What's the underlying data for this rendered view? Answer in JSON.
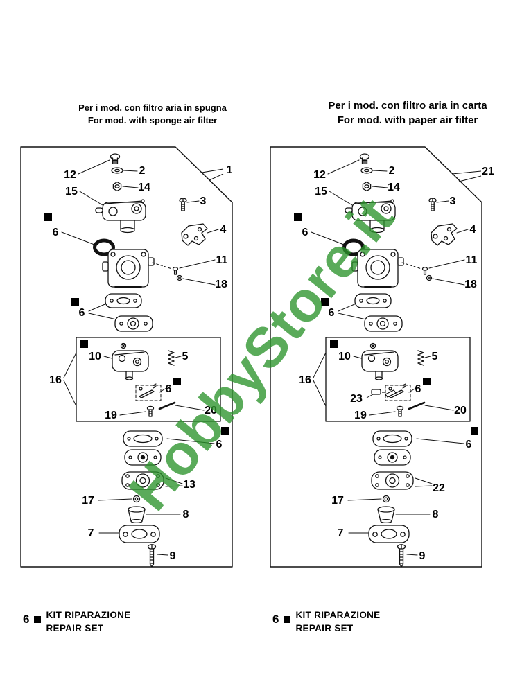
{
  "watermark": "HobbyStore.it",
  "watermark_color": "#2c942c",
  "panels": [
    {
      "title_it": "Per i mod. con filtro aria in spugna",
      "title_en": "For mod. with sponge air filter",
      "callouts": {
        "c12": "12",
        "c2": "2",
        "c15": "15",
        "c14": "14",
        "c3": "3",
        "c1": "1",
        "c6a": "6",
        "c4": "4",
        "c11": "11",
        "c18": "18",
        "c6b": "6",
        "c16": "16",
        "c10": "10",
        "c5": "5",
        "c6c": "6",
        "c19": "19",
        "c20": "20",
        "c6d": "6",
        "c13": "13",
        "c17": "17",
        "c8": "8",
        "c7": "7",
        "c9": "9"
      }
    },
    {
      "title_it": "Per i mod. con filtro aria in carta",
      "title_en": "For mod. with paper air filter",
      "callouts": {
        "c12": "12",
        "c2": "2",
        "c15": "15",
        "c14": "14",
        "c3": "3",
        "c21": "21",
        "c6a": "6",
        "c4": "4",
        "c11": "11",
        "c18": "18",
        "c6b": "6",
        "c16": "16",
        "c10": "10",
        "c5": "5",
        "c23": "23",
        "c6c": "6",
        "c19": "19",
        "c20": "20",
        "c6d": "6",
        "c22": "22",
        "c17": "17",
        "c8": "8",
        "c7": "7",
        "c9": "9"
      }
    }
  ],
  "legend": {
    "number": "6",
    "line1": "KIT RIPARAZIONE",
    "line2": "REPAIR SET"
  }
}
